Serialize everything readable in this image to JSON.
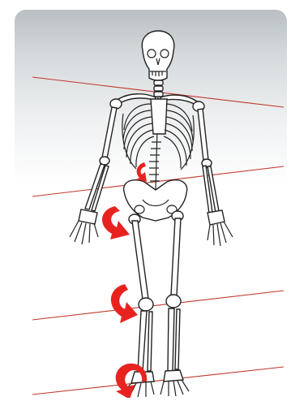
{
  "diagram": {
    "figure": "skeleton-front-view",
    "alignment_lines": [
      {
        "id": "shoulder-line"
      },
      {
        "id": "hip-line"
      },
      {
        "id": "knee-line"
      },
      {
        "id": "ankle-line"
      }
    ],
    "rotation_arrows": [
      {
        "id": "spine-rotation-arrow"
      },
      {
        "id": "hip-rotation-arrow"
      },
      {
        "id": "knee-rotation-arrow"
      },
      {
        "id": "ankle-rotation-arrow"
      }
    ],
    "colors": {
      "line": "#c0392b",
      "arrow": "#e8231f",
      "bone_outline": "#222222",
      "card_top": "#b9bfc3",
      "card_bottom": "#ffffff"
    }
  }
}
